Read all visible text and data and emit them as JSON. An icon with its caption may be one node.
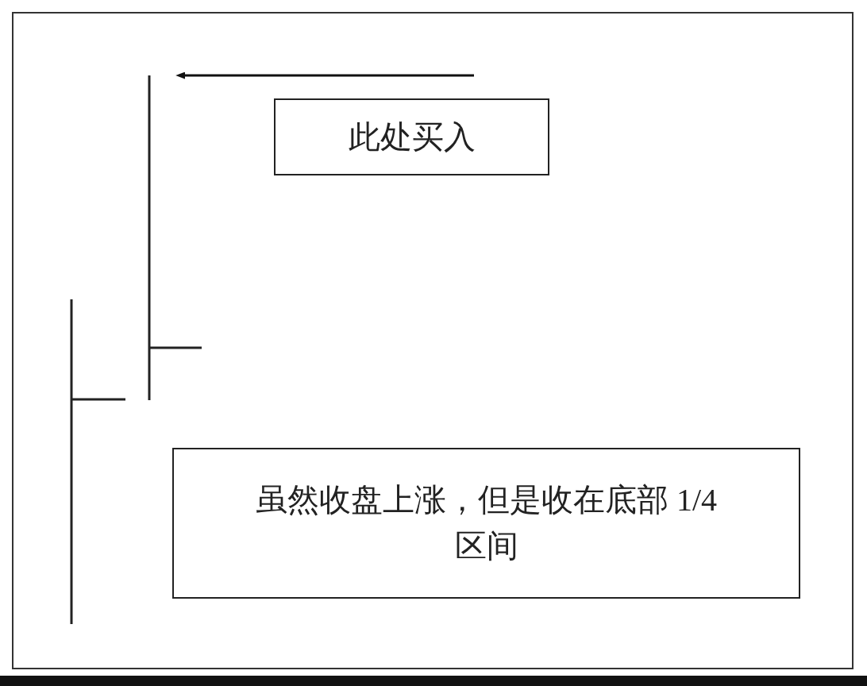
{
  "diagram": {
    "nodes": [
      {
        "text": [
          "此处买入"
        ]
      },
      {
        "text": [
          "虽然收盘上涨，但是收在底部 1/4 区间"
        ]
      },
      {
        "text": [],
        "shape": "bar"
      },
      {
        "text": [],
        "shape": "bar"
      }
    ],
    "edges": [
      {
        "from": null,
        "to": 3,
        "arrow": "to"
      }
    ]
  }
}
